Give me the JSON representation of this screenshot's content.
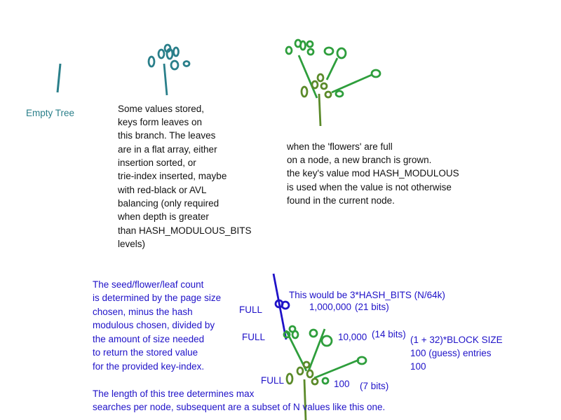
{
  "colors": {
    "teal": "#2a7f8a",
    "bright_green": "#2e9e3c",
    "olive_green": "#5b8a2a",
    "blue": "#1f12c8",
    "text_black": "#111111"
  },
  "labels": {
    "empty_tree": "Empty Tree"
  },
  "texts": {
    "leaves_description": [
      "Some values stored,",
      "keys form leaves on",
      "this branch. The leaves",
      "are in a flat array, either",
      "insertion sorted, or",
      "trie-index inserted, maybe",
      "with red-black or AVL",
      "balancing (only required",
      "when depth is greater",
      "than HASH_MODULOUS_BITS",
      "levels)"
    ],
    "flowers_description": [
      "when the 'flowers' are full",
      "on a node, a new branch is grown.",
      "the key's value mod HASH_MODULOUS",
      "is used when the value is not otherwise",
      "found in the current node."
    ],
    "seed_count_description": [
      "The seed/flower/leaf count",
      "is determined by the page size",
      "chosen, minus the hash",
      "modulous chosen, divided by",
      "the amount of size needed",
      "to return the stored value",
      "for the provided key-index."
    ],
    "tree_length_description": [
      "The length of this tree determines max",
      "searches per node, subsequent are a subset of N values like this one."
    ]
  },
  "annotations": {
    "top_note": "This would be 3*HASH_BITS (N/64k)",
    "top_full": "FULL",
    "top_count": "1,000,000",
    "top_bits": "(21 bits)",
    "mid_full": "FULL",
    "mid_count": "10,000",
    "mid_bits": "(14 bits)",
    "block_size": "(1 + 32)*BLOCK SIZE",
    "entries_guess": "100 (guess) entries",
    "entries_value": "100",
    "bottom_full": "FULL",
    "bottom_count": "100",
    "bottom_bits": "(7 bits)"
  }
}
